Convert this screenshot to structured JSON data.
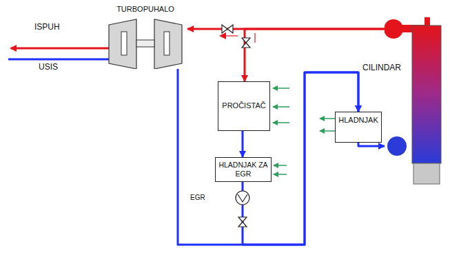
{
  "diagram": {
    "nodes": [
      {
        "text": [
          "TURBOPUHALO"
        ]
      },
      {
        "text": [
          "PROČISTAČ"
        ]
      },
      {
        "text": [
          "HLADNJAK ZA EGR"
        ]
      },
      {
        "text": [
          "HLADNJAK"
        ]
      },
      {
        "text": [
          "CILINDAR"
        ]
      }
    ],
    "edges": [
      {
        "from": 4,
        "to": 0,
        "arrow": "to"
      },
      {
        "from": 4,
        "to": 1,
        "arrow": "to"
      },
      {
        "from": 1,
        "to": 2,
        "arrow": "to"
      },
      {
        "from": 2,
        "to": 3,
        "arrow": "to"
      },
      {
        "from": 0,
        "to": 3,
        "arrow": "to"
      },
      {
        "from": 3,
        "to": 4,
        "arrow": "to"
      }
    ],
    "labels": [
      "ISPUH",
      "USIS",
      "EGR"
    ]
  }
}
